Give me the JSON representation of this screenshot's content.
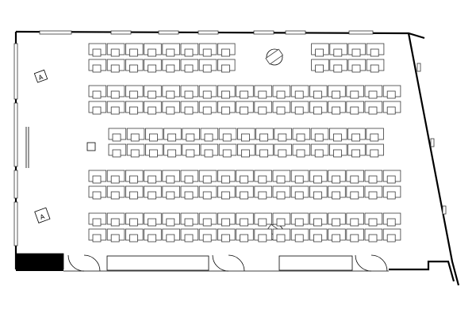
{
  "plan": {
    "chair_marks": [
      "A",
      "A"
    ]
  },
  "seating": {
    "rows": [
      {
        "label": "row-1",
        "units": 12,
        "gap_after": 8
      },
      {
        "label": "row-2",
        "units": 17
      },
      {
        "label": "row-3",
        "units": 15
      },
      {
        "label": "row-4",
        "units": 17
      },
      {
        "label": "row-5",
        "units": 17
      }
    ]
  },
  "colors": {
    "walls": "#000000",
    "furniture": "#3a3a3a",
    "background": "#ffffff"
  }
}
